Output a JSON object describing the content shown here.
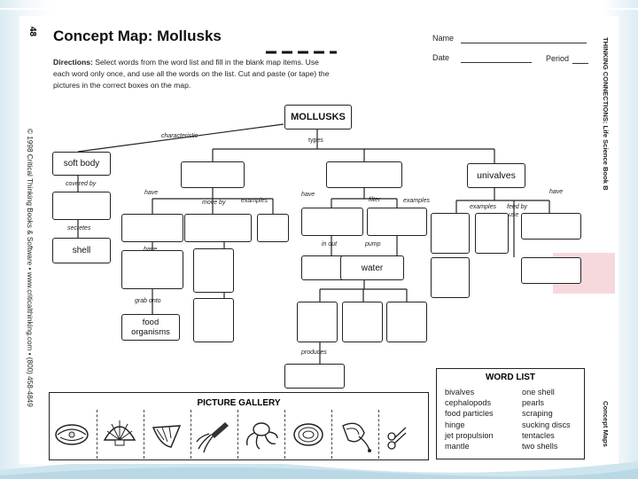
{
  "page_number": "48",
  "title": "Concept Map: Mollusks",
  "header": {
    "name_label": "Name",
    "date_label": "Date",
    "period_label": "Period"
  },
  "directions": {
    "lead": "Directions:",
    "text": " Select words from the word list and fill in the blank map items. Use each word only once, and use all the words on the list. Cut and paste (or tape) the pictures in the correct boxes on the map."
  },
  "side_left": "© 1998 Critical Thinking Books & Software • www.criticalthinking.com • (800) 458-4849",
  "side_right_top": "THINKING CONNECTIONS: Life Science Book B",
  "side_right_bottom": "Concept Maps",
  "map": {
    "root": "MOLLUSKS",
    "soft_body": "soft body",
    "shell": "shell",
    "food_organisms": "food organisms",
    "water": "water",
    "univalves": "univalves",
    "links": {
      "characteristic": "characteristic",
      "types": "types",
      "covered_by": "covered by",
      "secretes": "secretes",
      "have_left": "have",
      "move_by": "move by",
      "examples_left": "examples",
      "have_mid": "have",
      "filter": "filter",
      "examples_mid": "examples",
      "have_right": "have",
      "examples_right": "examples",
      "feed_by": "feed by",
      "use": "use",
      "grab_onto": "grab onto",
      "in_out": "in out",
      "pump": "pump",
      "produces": "produces"
    }
  },
  "word_list": {
    "title": "WORD LIST",
    "col1": [
      "bivalves",
      "cephalopods",
      "food particles",
      "hinge",
      "jet propulsion",
      "mantle"
    ],
    "col2": [
      "one shell",
      "pearls",
      "scraping",
      "sucking discs",
      "tentacles",
      "two shells"
    ]
  },
  "gallery": {
    "title": "PICTURE GALLERY",
    "items": [
      "clam-icon",
      "scallop-icon",
      "conch-icon",
      "squid-icon",
      "octopus-icon",
      "oyster-icon",
      "snail-icon",
      "scissors-icon"
    ]
  }
}
